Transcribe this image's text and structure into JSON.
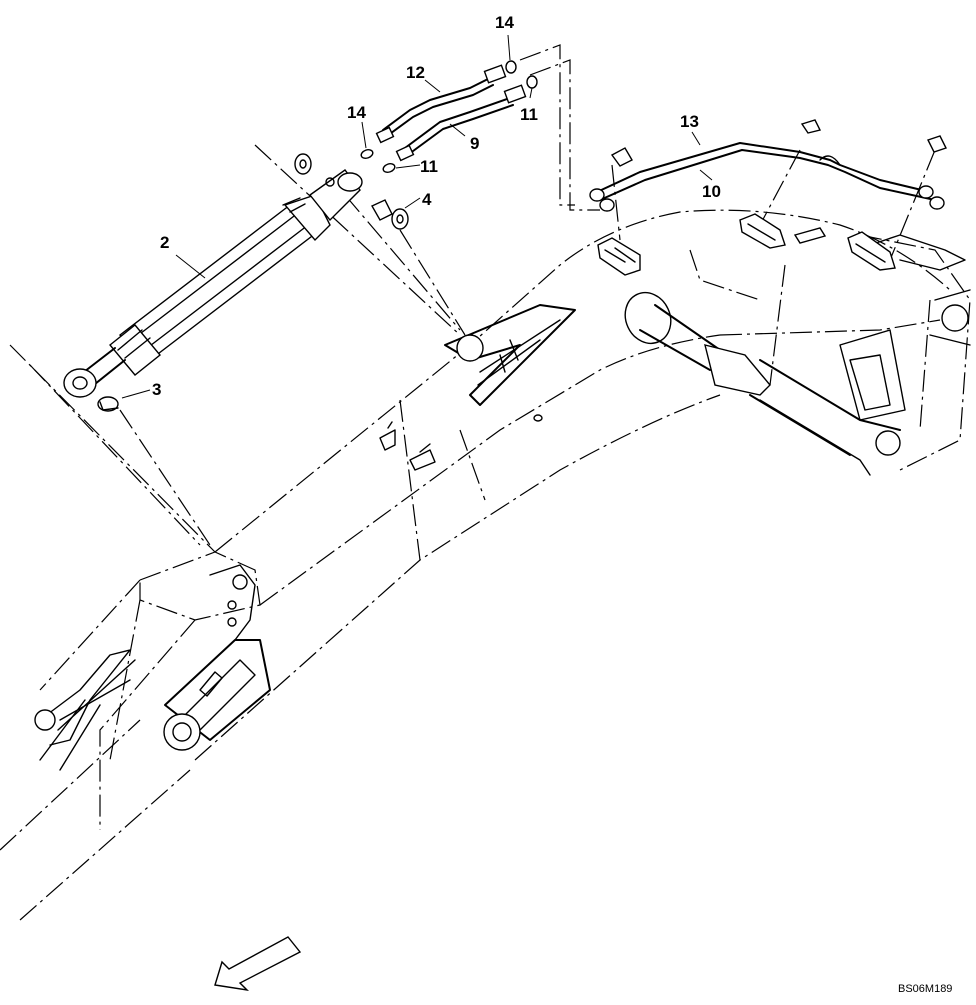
{
  "diagram": {
    "drawing_code": "BS06M189",
    "callouts": [
      {
        "id": "label-2",
        "text": "2"
      },
      {
        "id": "label-3",
        "text": "3"
      },
      {
        "id": "label-4",
        "text": "4"
      },
      {
        "id": "label-9",
        "text": "9"
      },
      {
        "id": "label-10",
        "text": "10"
      },
      {
        "id": "label-11-upper",
        "text": "11"
      },
      {
        "id": "label-11-lower",
        "text": "11"
      },
      {
        "id": "label-12",
        "text": "12"
      },
      {
        "id": "label-13",
        "text": "13"
      },
      {
        "id": "label-14-upper",
        "text": "14"
      },
      {
        "id": "label-14-lower",
        "text": "14"
      }
    ]
  }
}
